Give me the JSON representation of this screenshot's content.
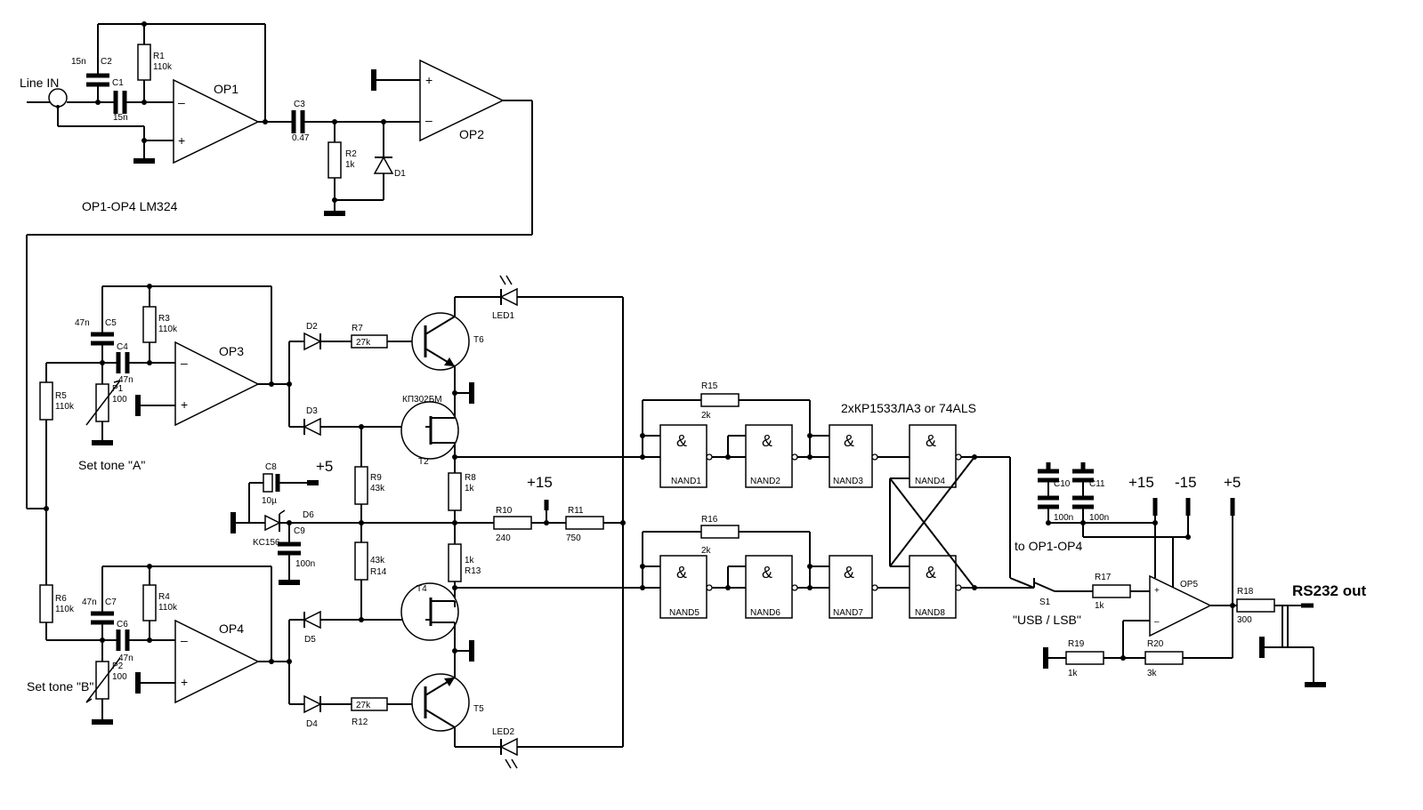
{
  "notes": {
    "chip_note": "OP1-OP4 LM324",
    "gate_note": "2xКР1533ЛА3  or 74ALS",
    "set_tone_a": "Set tone \"A\"",
    "set_tone_b": "Set tone \"B\"",
    "switch_caption": "\"USB / LSB\"",
    "to_op": "to OP1-OP4",
    "output": "RS232 out",
    "input": "Line IN",
    "fet_type": "КП302БМ"
  },
  "rails": {
    "p5": "+5",
    "p15": "+15",
    "m15": "-15"
  },
  "opamps": {
    "op1": "OP1",
    "op2": "OP2",
    "op3": "OP3",
    "op4": "OP4",
    "op5": "OP5"
  },
  "pins": {
    "plus": "+",
    "minus": "–"
  },
  "resistors": {
    "R1": {
      "ref": "R1",
      "val": "110k"
    },
    "R2": {
      "ref": "R2",
      "val": "1k"
    },
    "R3": {
      "ref": "R3",
      "val": "110k"
    },
    "R4": {
      "ref": "R4",
      "val": "110k"
    },
    "R5": {
      "ref": "R5",
      "val": "110k"
    },
    "R6": {
      "ref": "R6",
      "val": "110k"
    },
    "R7": {
      "ref": "R7",
      "val": "27k"
    },
    "R8": {
      "ref": "R8",
      "val": "1k"
    },
    "R9": {
      "ref": "R9",
      "val": "43k"
    },
    "R10": {
      "ref": "R10",
      "val": "240"
    },
    "R11": {
      "ref": "R11",
      "val": "750"
    },
    "R12": {
      "ref": "R12",
      "val": "27k"
    },
    "R13": {
      "ref": "R13",
      "val": "1k"
    },
    "R14": {
      "ref": "R14",
      "val": "43k"
    },
    "R15": {
      "ref": "R15",
      "val": "2k"
    },
    "R16": {
      "ref": "R16",
      "val": "2k"
    },
    "R17": {
      "ref": "R17",
      "val": "1k"
    },
    "R18": {
      "ref": "R18",
      "val": "300"
    },
    "R19": {
      "ref": "R19",
      "val": "1k"
    },
    "R20": {
      "ref": "R20",
      "val": "3k"
    }
  },
  "capacitors": {
    "C1": {
      "ref": "C1",
      "val": "15n"
    },
    "C2": {
      "ref": "C2",
      "val": "15n"
    },
    "C3": {
      "ref": "C3",
      "val": "0.47"
    },
    "C4": {
      "ref": "C4",
      "val": "47n"
    },
    "C5": {
      "ref": "C5",
      "val": "47n"
    },
    "C6": {
      "ref": "C6",
      "val": "47n"
    },
    "C7": {
      "ref": "C7",
      "val": "47n"
    },
    "C8": {
      "ref": "C8",
      "val": "10µ"
    },
    "C9": {
      "ref": "C9",
      "val": "100n"
    },
    "C10": {
      "ref": "C10",
      "val": "100n"
    },
    "C11": {
      "ref": "C11",
      "val": "100n"
    }
  },
  "pots": {
    "P1": {
      "ref": "P1",
      "val": "100"
    },
    "P2": {
      "ref": "P2",
      "val": "100"
    }
  },
  "diodes": {
    "D1": "D1",
    "D2": "D2",
    "D3": "D3",
    "D4": "D4",
    "D5": "D5",
    "D6": "D6",
    "D6_type": "KC156"
  },
  "transistors": {
    "T2": "T2",
    "T4": "T4",
    "T5": "T5",
    "T6": "T6"
  },
  "leds": {
    "LED1": "LED1",
    "LED2": "LED2"
  },
  "gates": {
    "symbol": "&",
    "NAND1": "NAND1",
    "NAND2": "NAND2",
    "NAND3": "NAND3",
    "NAND4": "NAND4",
    "NAND5": "NAND5",
    "NAND6": "NAND6",
    "NAND7": "NAND7",
    "NAND8": "NAND8"
  },
  "switch": {
    "ref": "S1"
  }
}
